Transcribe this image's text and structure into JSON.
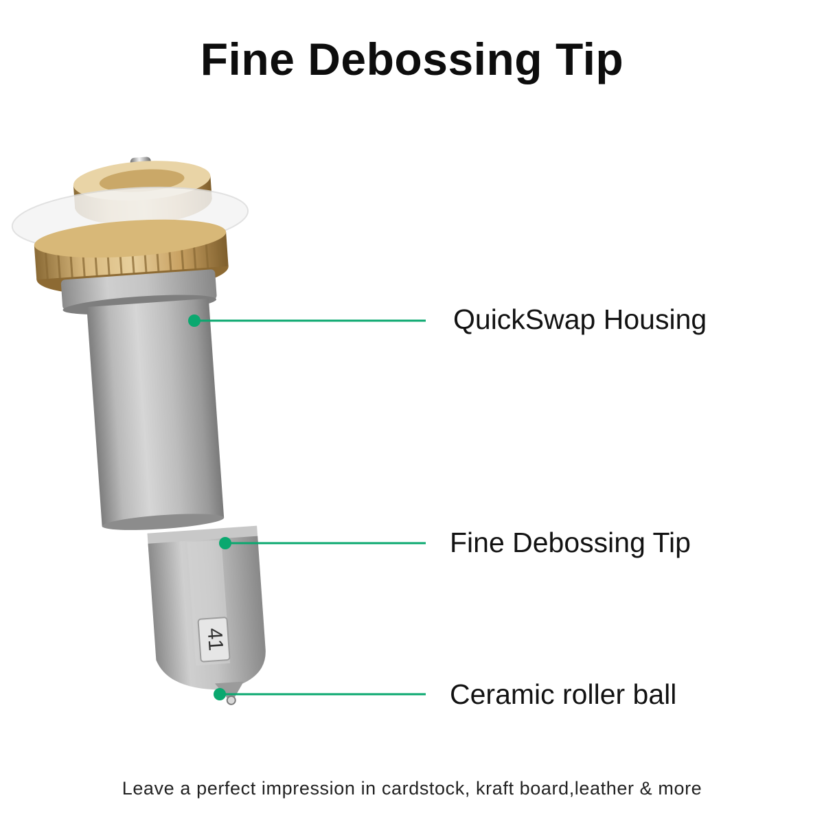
{
  "title": "Fine Debossing Tip",
  "callouts": [
    {
      "label": "QuickSwap Housing"
    },
    {
      "label": "Fine Debossing Tip"
    },
    {
      "label": "Ceramic roller ball"
    }
  ],
  "tip_number": "41",
  "caption": "Leave a perfect impression in cardstock, kraft board,leather & more",
  "colors": {
    "callout": "#0aa86f",
    "brass": "#c9a263",
    "steel": "#a9a9a9"
  }
}
